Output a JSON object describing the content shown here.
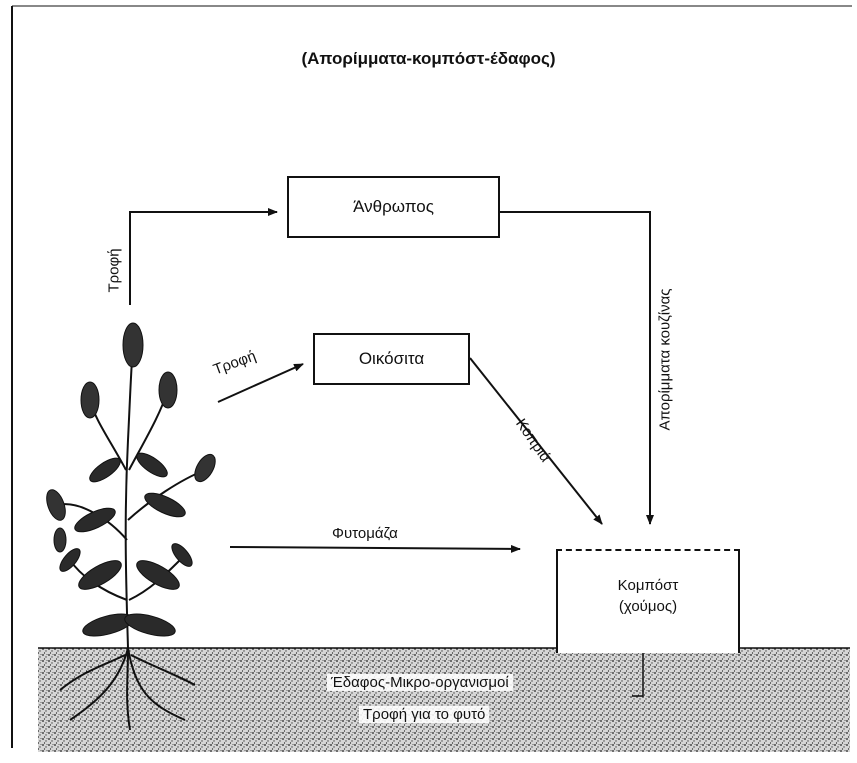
{
  "diagram": {
    "title": "(Απορίμματα-κομπόστ-έδαφος)",
    "nodes": {
      "human": "Άνθρωπος",
      "livestock": "Οικόσιτα",
      "compost_line1": "Κομπόστ",
      "compost_line2": "(χούμος)"
    },
    "edges": {
      "plant_to_human": "Τροφή",
      "plant_to_livestock": "Τροφή",
      "human_to_compost": "Απορίμματα κουζίνας",
      "livestock_to_compost": "Κοπριά",
      "plant_to_compost": "Φυτομάζα"
    },
    "soil": {
      "layer": "Έδαφος-Μικρο-οργανισμοί",
      "plant_food": "Τροφή για το φυτό"
    }
  }
}
